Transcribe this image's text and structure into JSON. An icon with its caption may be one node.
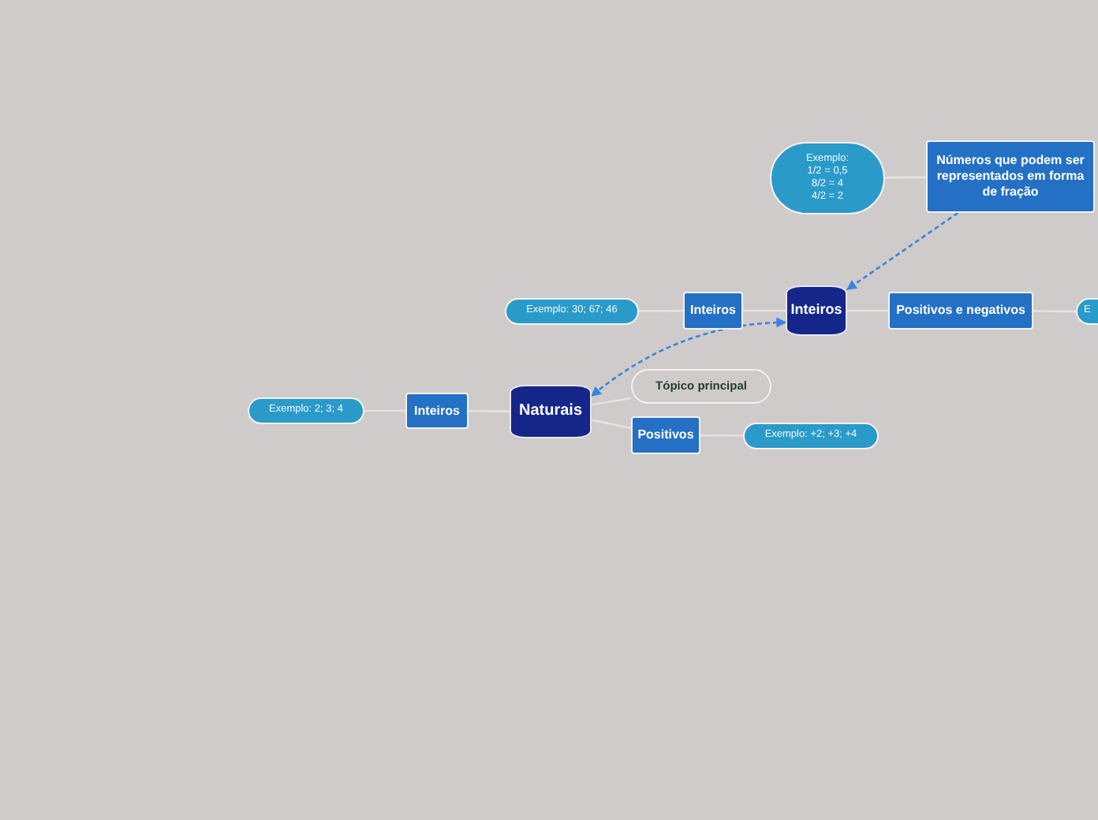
{
  "diagram": {
    "nodes": [
      {
        "text": [
          "Naturais"
        ]
      },
      {
        "text": [
          "Inteiros"
        ]
      },
      {
        "text": [
          "Exemplo: 2; 3; 4"
        ]
      },
      {
        "text": [
          "Tópico principal"
        ]
      },
      {
        "text": [
          "Positivos"
        ]
      },
      {
        "text": [
          "Exemplo: +2; +3; +4"
        ]
      },
      {
        "text": [
          "Inteiros"
        ]
      },
      {
        "text": [
          "Inteiros"
        ]
      },
      {
        "text": [
          "Exemplo: 30; 67; 46"
        ]
      },
      {
        "text": [
          "Positivos e negativos"
        ]
      },
      {
        "text": [
          "E"
        ]
      },
      {
        "text": [
          "Números que podem ser representados em forma de fração"
        ]
      },
      {
        "text": [
          "Exemplo:",
          "1/2 = 0,5",
          "8/2 = 4",
          "4/2 = 2"
        ]
      }
    ],
    "edges": [
      {
        "from": 0,
        "to": 1,
        "arrow": "none"
      },
      {
        "from": 1,
        "to": 2,
        "arrow": "none"
      },
      {
        "from": 0,
        "to": 3,
        "arrow": "none"
      },
      {
        "from": 0,
        "to": 4,
        "arrow": "none"
      },
      {
        "from": 4,
        "to": 5,
        "arrow": "none"
      },
      {
        "from": 6,
        "to": 7,
        "arrow": "none"
      },
      {
        "from": 7,
        "to": 8,
        "arrow": "none"
      },
      {
        "from": 6,
        "to": 9,
        "arrow": "none"
      },
      {
        "from": 9,
        "to": 10,
        "arrow": "none"
      },
      {
        "from": 11,
        "to": 12,
        "arrow": "none"
      },
      {
        "from": 11,
        "to": 6,
        "arrow": "to",
        "style": "dashed",
        "color": "#3b82e0"
      },
      {
        "from": 6,
        "to": 0,
        "arrow": "both",
        "style": "dashed",
        "color": "#3b82e0"
      }
    ]
  }
}
